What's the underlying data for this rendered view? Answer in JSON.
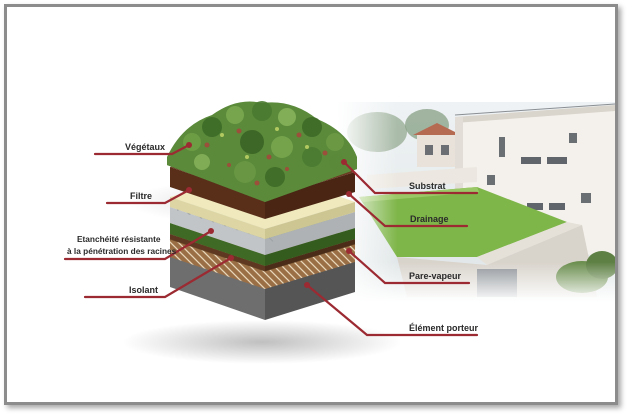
{
  "diagram": {
    "left_labels": {
      "vegetaux": "Végétaux",
      "filtre": "Filtre",
      "etancheite_line1": "Etanchéité résistante",
      "etancheite_line2": "à la pénétration des racines",
      "isolant": "Isolant"
    },
    "right_labels": {
      "substrat": "Substrat",
      "drainage": "Drainage",
      "pare_vapeur": "Pare-vapeur",
      "element_porteur": "Élément porteur"
    },
    "colors": {
      "leader_line": "#9b2a32",
      "vegetation": "#4e7d34",
      "substrate": "#6b3a21",
      "filter": "#e8e2b4",
      "drainage": "#cfd2d4",
      "membrane": "#5b8a3a",
      "insulation": "#b78a5a",
      "slab": "#6d6d6d",
      "building": "#f3efe9",
      "sky": "#e6ebee",
      "roof_lawn": "#7fb64a"
    }
  }
}
